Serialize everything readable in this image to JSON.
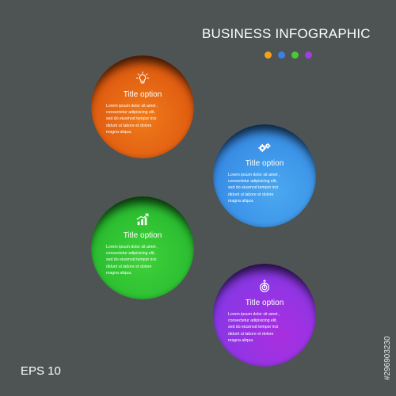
{
  "header": {
    "title": "BUSINESS INFOGRAPHIC",
    "dots": [
      "#f2a21b",
      "#3d7fe6",
      "#49c93a",
      "#a23be6"
    ]
  },
  "circles": [
    {
      "title": "Title option",
      "icon": "lightbulb-icon",
      "colors": [
        "#f07b1b",
        "#d64a0a"
      ],
      "lines": [
        "Lorem ipsum dolor sit amet ,",
        "consectetur adipisicing elit,",
        "sed do eiusmod tempor inci",
        "didunt ut labore et dolore",
        "magna aliqua."
      ]
    },
    {
      "title": "Title option",
      "icon": "gears-icon",
      "colors": [
        "#2f7fe0",
        "#4aa8f0"
      ],
      "lines": [
        "Lorem ipsum dolor sit amet ,",
        "consectetur adipisicing elit,",
        "sed do eiusmod tempor inci",
        "didunt ut labore et dolore",
        "magna aliqua."
      ]
    },
    {
      "title": "Title option",
      "icon": "growth-chart-icon",
      "colors": [
        "#3fd23a",
        "#1eb02a"
      ],
      "lines": [
        "Lorem ipsum dolor sit amet ,",
        "consectetur adipisicing elit,",
        "sed do eiusmod tempor inci",
        "didunt ut labore et dolore",
        "magna aliqua."
      ]
    },
    {
      "title": "Title option",
      "icon": "target-icon",
      "colors": [
        "#7a3be8",
        "#a82fe0"
      ],
      "lines": [
        "Lorem ipsum dolor sit amet ,",
        "consectetur adipisicing elit,",
        "sed do eiusmod tempor inci",
        "didunt ut labore et dolore",
        "magna aliqua."
      ]
    }
  ],
  "footer": {
    "eps": "EPS 10",
    "stock_id": "#296903230"
  }
}
